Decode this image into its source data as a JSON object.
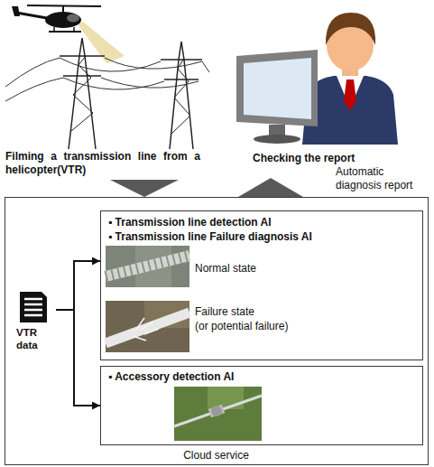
{
  "diagram": {
    "nodes": [
      {
        "text": [
          "Filming a transmission line from a helicopter(VTR)"
        ]
      },
      {
        "text": [
          "Checking the report"
        ]
      },
      {
        "text": [
          "Cloud service"
        ]
      },
      {
        "text": [
          "VTR data"
        ],
        "in": 2
      },
      {
        "text": [
          "▪ Transmission line detection AI",
          "▪ Transmission line Failure diagnosis AI",
          "Normal state",
          "Failure state",
          "(or potential failure)"
        ],
        "in": 2
      },
      {
        "text": [
          "▪ Accessory detection AI"
        ],
        "in": 2
      }
    ],
    "edges": [
      {
        "from": 0,
        "to": 2,
        "arrow": "to"
      },
      {
        "from": 2,
        "to": 1,
        "arrow": "to",
        "label": "Automatic diagnosis report"
      },
      {
        "from": 3,
        "to": 4,
        "arrow": "to"
      },
      {
        "from": 3,
        "to": 5,
        "arrow": "to"
      }
    ]
  }
}
